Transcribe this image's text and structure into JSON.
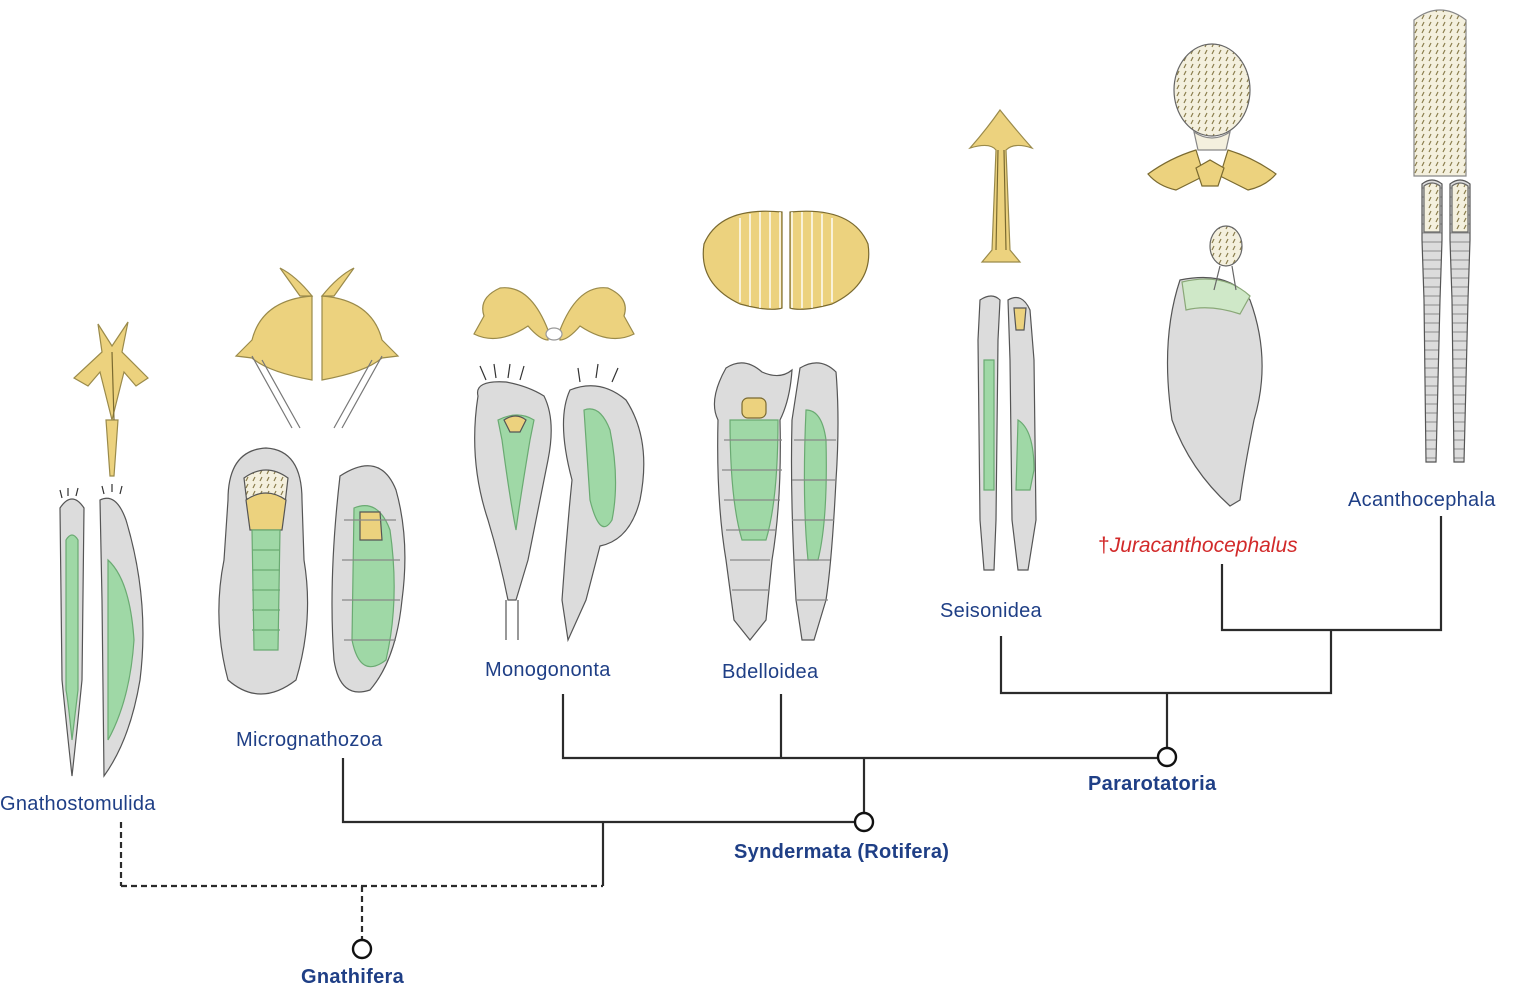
{
  "taxa": {
    "gnathostomulida": "Gnathostomulida",
    "micrognathozoa": "Micrognathozoa",
    "monogononta": "Monogononta",
    "bdelloidea": "Bdelloidea",
    "seisonidea": "Seisonidea",
    "juracanthocephalus": {
      "dagger": "†",
      "name": "Juracanthocephalus"
    },
    "acanthocephala": "Acanthocephala"
  },
  "clades": {
    "gnathifera": "Gnathifera",
    "syndermata": "Syndermata (Rotifera)",
    "pararotatoria": "Pararotatoria"
  },
  "colors": {
    "taxon_label": "#1f3f86",
    "fossil_label": "#d22a2a",
    "tree_line": "#2b2b2b",
    "jaw_fill": "#ecd27e",
    "body_fill": "#dcdcdc",
    "gut_fill": "#9fd8a6",
    "outline": "#555555"
  },
  "icons": [
    "trophi-jaw-illustration",
    "body-illustration",
    "proboscis-illustration"
  ]
}
